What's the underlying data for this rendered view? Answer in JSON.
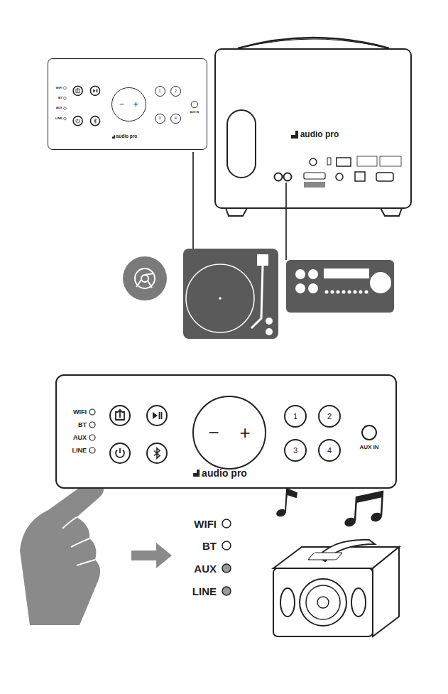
{
  "diagram": {
    "nodes": [
      {
        "text": [
          "WIFI",
          "BT",
          "AUX",
          "LINE",
          "audio pro",
          "AUX IN"
        ]
      },
      {
        "text": [
          "−",
          "+"
        ],
        "in": 0
      },
      {
        "text": [
          "1"
        ],
        "in": 0
      },
      {
        "text": [
          "2"
        ],
        "in": 0
      },
      {
        "text": [
          "3"
        ],
        "in": 0
      },
      {
        "text": [
          "4"
        ],
        "in": 0
      },
      {
        "text": [
          "audio pro"
        ]
      },
      {
        "text": [
          "WIFI",
          "BT",
          "AUX",
          "LINE",
          "audio pro",
          "AUX IN"
        ]
      },
      {
        "text": [
          "−",
          "+"
        ],
        "in": 7
      },
      {
        "text": [
          "1"
        ],
        "in": 7
      },
      {
        "text": [
          "2"
        ],
        "in": 7
      },
      {
        "text": [
          "3"
        ],
        "in": 7
      },
      {
        "text": [
          "4"
        ],
        "in": 7
      }
    ],
    "labels": [
      "WIFI",
      "BT",
      "AUX",
      "LINE"
    ]
  }
}
